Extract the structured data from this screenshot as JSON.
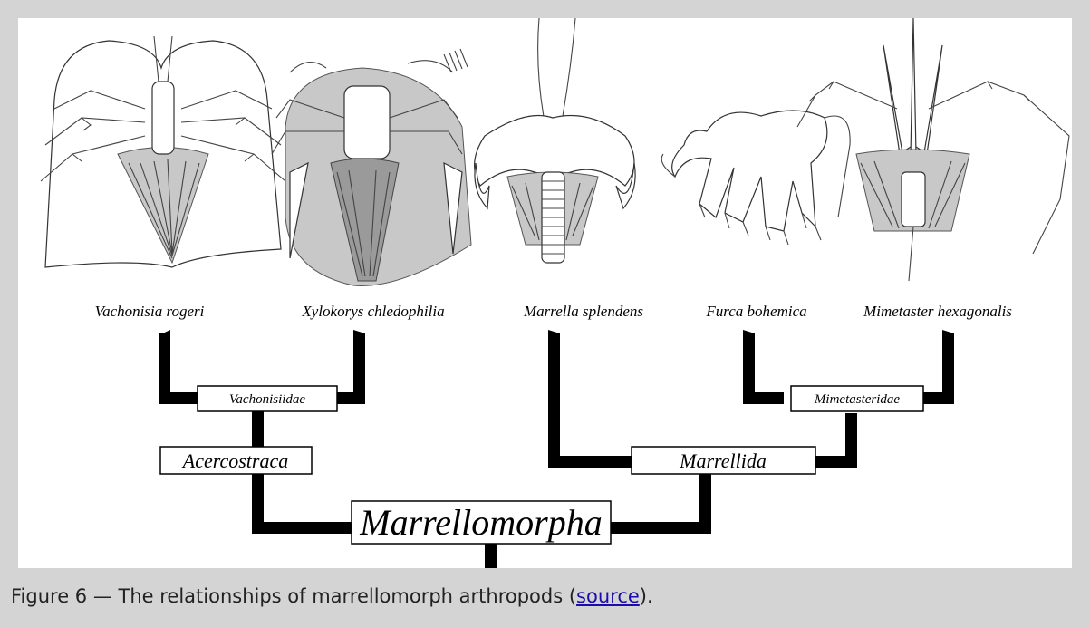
{
  "figure": {
    "species": [
      {
        "name": "Vachonisia rogeri"
      },
      {
        "name": "Xylokorys chledophilia"
      },
      {
        "name": "Marrella splendens"
      },
      {
        "name": "Furca bohemica"
      },
      {
        "name": "Mimetaster hexagonalis"
      }
    ],
    "clades": {
      "vachonisiidae": "Vachonisiidae",
      "mimetasteridae": "Mimetasteridae",
      "acercostraca": "Acercostraca",
      "marrellida": "Marrellida",
      "marrellomorpha": "Marrellomorpha"
    }
  },
  "caption": {
    "prefix": "Figure 6 — The relationships of marrellomorph arthropods (",
    "link_text": "source",
    "suffix": ")."
  }
}
